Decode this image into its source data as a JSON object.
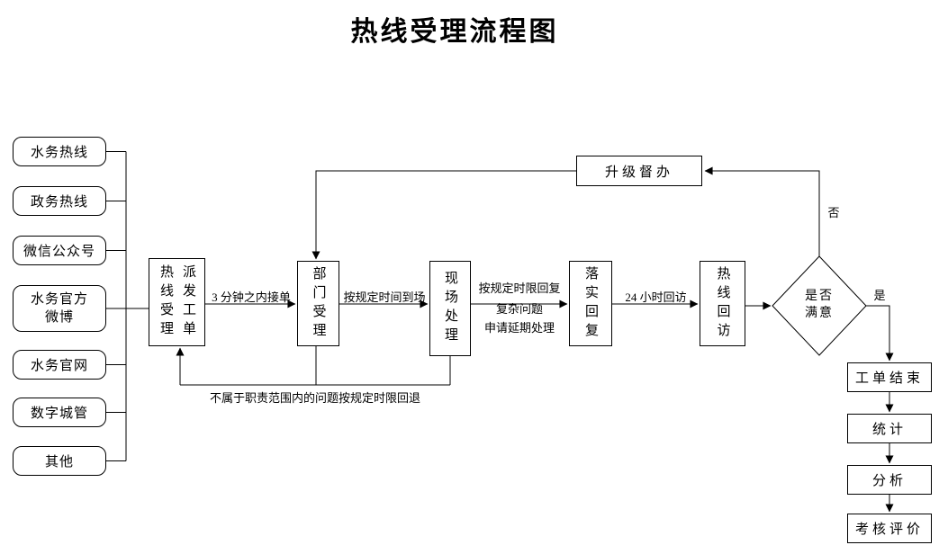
{
  "title": "热线受理流程图",
  "sources": [
    {
      "label": "水务热线"
    },
    {
      "label": "政务热线"
    },
    {
      "label": "微信公众号"
    },
    {
      "label": "水务官方微博"
    },
    {
      "label": "水务官网"
    },
    {
      "label": "数字城管"
    },
    {
      "label": "其他"
    }
  ],
  "nodes": {
    "intake": {
      "col1": "热线受理",
      "col2": "派发工单"
    },
    "dept": "部门受理",
    "onsite": "现场处理",
    "reply": "落实回复",
    "followup": "热线回访",
    "escalate": "升级督办",
    "decision": {
      "line1": "是否",
      "line2": "满意"
    }
  },
  "end_chain": [
    "工单结束",
    "统计",
    "分析",
    "考核评价"
  ],
  "labels": {
    "accept": "3 分钟之内接单",
    "arrive": "按规定时间到场",
    "reply1": "按规定时限回复",
    "reply2": "复杂问题",
    "reply3": "申请延期处理",
    "visit": "24 小时回访",
    "yes": "是",
    "no": "否",
    "return": "不属于职责范围内的问题按规定时限回退"
  }
}
